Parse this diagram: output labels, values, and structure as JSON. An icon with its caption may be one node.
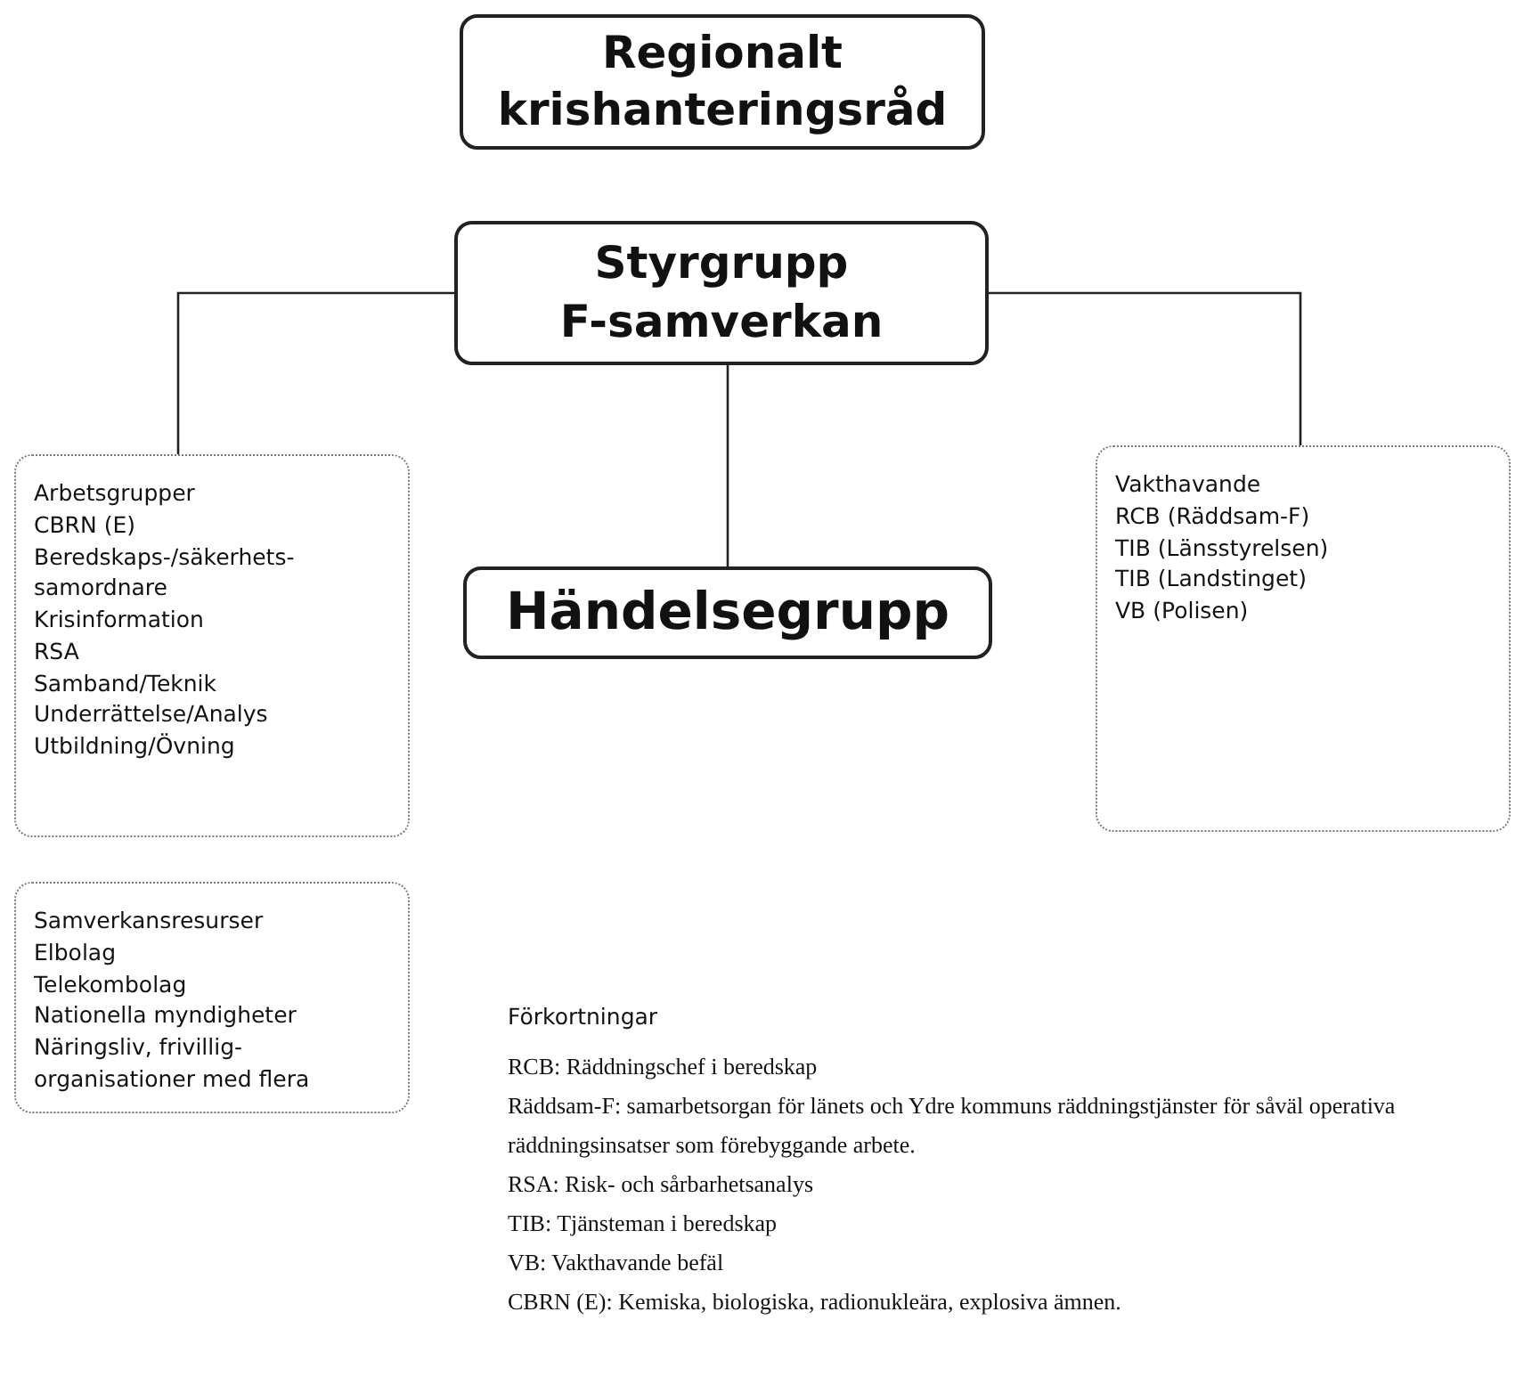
{
  "diagram": {
    "nodes": [
      {
        "text": [
          "Regionalt krishanteringsråd"
        ]
      },
      {
        "text": [
          "Styrgrupp F-samverkan"
        ]
      },
      {
        "text": [
          "Arbetsgrupper",
          "CBRN (E)",
          "Beredskaps-/säkerhets- samordnare",
          "Krisinformation",
          "RSA",
          "Samband/Teknik",
          "Underrättelse/Analys",
          "Utbildning/Övning"
        ]
      },
      {
        "text": [
          "Vakthavande",
          "RCB (Räddsam-F)",
          "TIB (Länsstyrelsen)",
          "TIB (Landstinget)",
          "VB (Polisen)"
        ]
      },
      {
        "text": [
          "Händelsegrupp"
        ]
      },
      {
        "text": [
          "Samverkansresurser",
          "Elbolag",
          "Telekombolag",
          "Nationella myndigheter",
          "Näringsliv, frivillig- organisationer med flera"
        ]
      }
    ],
    "edges": [
      {
        "from": 1,
        "to": 2,
        "arrow": "none"
      },
      {
        "from": 1,
        "to": 3,
        "arrow": "none"
      },
      {
        "from": 1,
        "to": 4,
        "arrow": "none"
      }
    ],
    "labels": [
      "Förkortningar",
      "RCB: Räddningschef i beredskap",
      "Räddsam-F: samarbetsorgan för länets och Ydre kommuns räddningstjänster för såväl operativa räddningsinsatser som förebyggande arbete.",
      "RSA: Risk- och sårbarhetsanalys",
      "TIB: Tjänsteman i beredskap",
      "VB: Vakthavande befäl",
      "CBRN (E): Kemiska, biologiska, radionukleära, explosiva ämnen."
    ]
  }
}
